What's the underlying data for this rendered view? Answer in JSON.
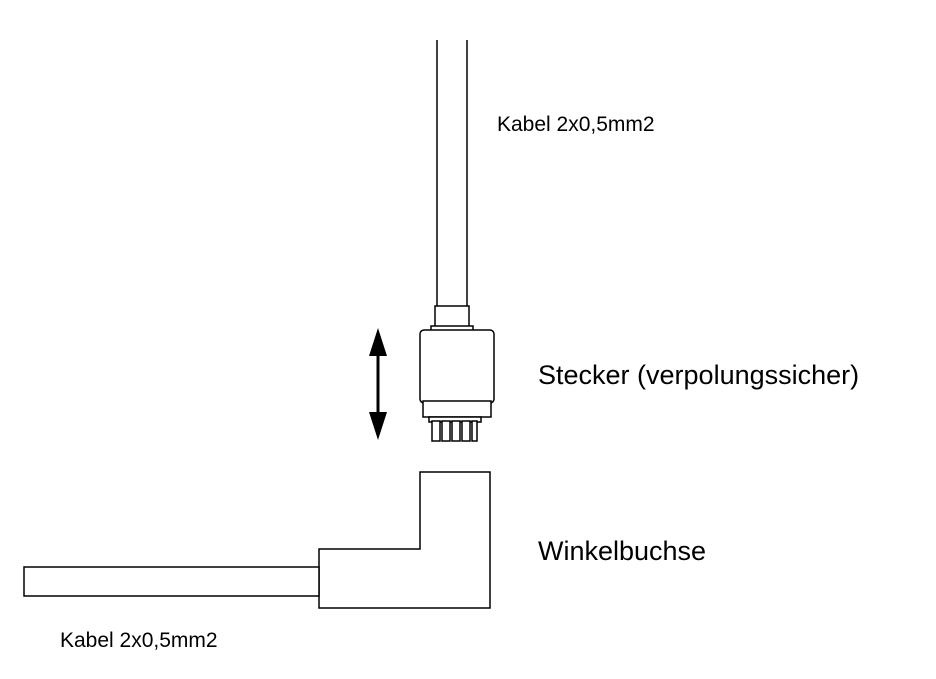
{
  "labels": {
    "top_cable": "Kabel 2x0,5mm2",
    "plug": "Stecker (verpolungssicher)",
    "socket": "Winkelbuchse",
    "bottom_cable": "Kabel 2x0,5mm2"
  },
  "colors": {
    "stroke": "#000000",
    "fill": "#ffffff",
    "text": "#000000"
  },
  "icons": {
    "movement_arrow": "double-headed-vertical-arrow"
  }
}
